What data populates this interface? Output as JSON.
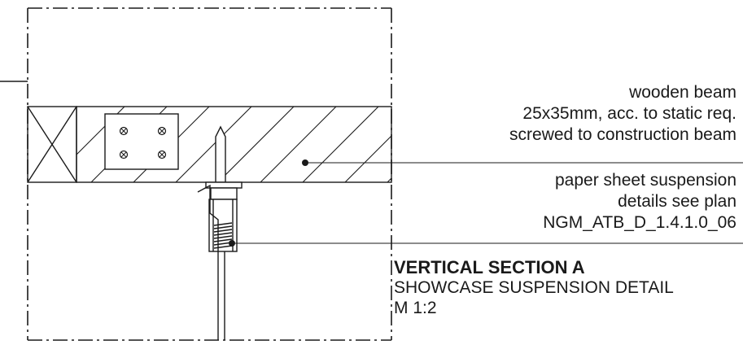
{
  "annotations": {
    "wooden_beam": {
      "lines": [
        "wooden beam",
        "25x35mm, acc. to static req.",
        "screwed to construction beam"
      ]
    },
    "paper_sheet": {
      "lines": [
        "paper sheet suspension",
        "details see plan",
        "NGM_ATB_D_1.4.1.0_06"
      ]
    }
  },
  "title_block": {
    "title": "VERTICAL SECTION A",
    "subtitle": "SHOWCASE SUSPENSION DETAIL",
    "scale": "M 1:2"
  },
  "colors": {
    "line": "#1a1a1a",
    "background": "#ffffff"
  }
}
